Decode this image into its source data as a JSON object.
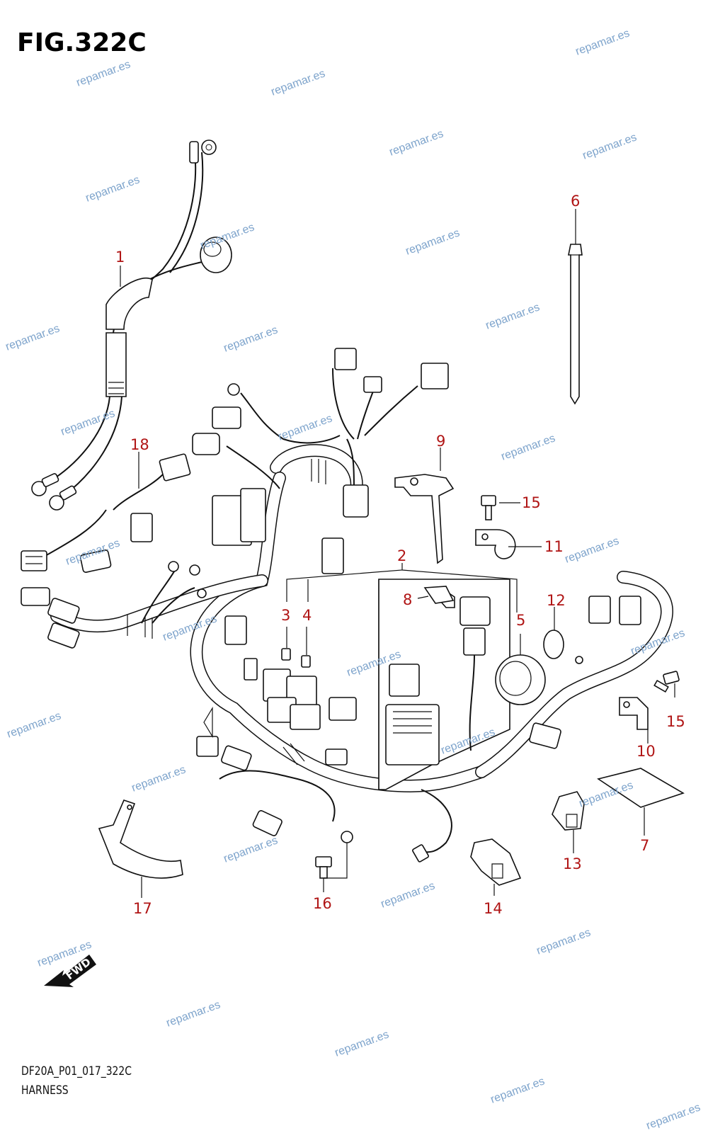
{
  "figure": {
    "title": "FIG.322C",
    "code": "DF20A_P01_017_322C",
    "caption": "HARNESS"
  },
  "watermark": {
    "text": "repamar.es",
    "color": "#7ea4cc"
  },
  "callouts": [
    "1",
    "2",
    "3",
    "4",
    "5",
    "6",
    "7",
    "8",
    "9",
    "10",
    "11",
    "12",
    "13",
    "14",
    "15",
    "15",
    "16",
    "17",
    "18"
  ],
  "direction_badge": "FWD",
  "colors": {
    "callout": "#b01515",
    "line": "#111111",
    "watermark": "#7ea4cc"
  }
}
